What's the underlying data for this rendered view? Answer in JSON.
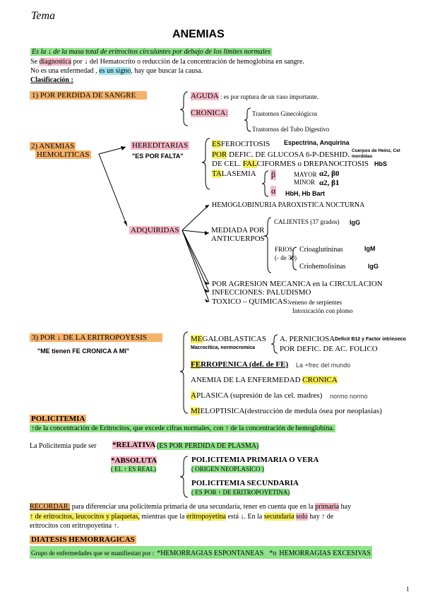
{
  "header": {
    "tema": "Tema",
    "title": "ANEMIAS"
  },
  "intro": {
    "definition": "Es la ↓ de la masa total de eritrocitos circulantes por debajo de los límites normales",
    "line2_a": "Se ",
    "line2_b": "diagnostica",
    "line2_c": " por ↓ del Hematocrito o reducción de la concentración de hemoglobina en sangre.",
    "line3_a": "No es una enfermedad , ",
    "line3_b": "es un signo",
    "line3_c": ", hay que buscar la causa.",
    "clasificacion": "Clasificación :"
  },
  "sec1": {
    "label": "1) POR PERDIDA DE SANGRE",
    "aguda": "AGUDA",
    "aguda_desc": ": es por ruptura de un vaso importante.",
    "cronica": "CRONICA:",
    "cronica_items": [
      "Trastornos Ginecológicos",
      "Trastornos del Tubo Digestivo"
    ]
  },
  "sec2": {
    "label1": "2) ANEMIAS",
    "label2": "HEMOLITICAS",
    "hereditarias": "HEREDITARIAS",
    "es_por_falta": "\"ES POR FALTA\"",
    "es": "ES",
    "esferocitosis": "FEROCITOSIS",
    "esf_note": "Espectrina, Anquirina",
    "por": "POR",
    "por_rest": " DEFIC. DE GLUCOSA 6-P-DESHID.",
    "por_note1": "Cuerpos de Heinz, Cel",
    "por_note2": "mordidas",
    "decel": "DE CEL. ",
    "fal": "FAL",
    "fal_rest": "CIFORMES  o DREPANOCITOSIS",
    "hbs": "HbS",
    "ta": "TA",
    "talasemia": "LASEMIA",
    "beta": "β",
    "alpha": "α",
    "mayor": "MAYOR",
    "mayor_g": "α2, β0",
    "minor": "MINOR",
    "minor_g": "α2, β1",
    "hbh": "HbH, Hb Bart",
    "adquiridas": "ADQUIRIDAS",
    "hpn": "HEMOGLOBINURIA PAROXISTICA NOCTURNA",
    "mediada1": "MEDIADA POR",
    "mediada2": "ANTICUERPOS",
    "calientes": "CALIENTES (37 grados)",
    "igg1": "IgG",
    "frios": "FRIOS",
    "frios_temp": "(- de 30)",
    "crioaglut": "Crioaglutininas",
    "igm": "IgM",
    "criohemol": "Criohemolisinas",
    "igg2": "IgG",
    "agresion": "POR AGRESION MECANICA en la CIRCULACION",
    "infecciones": "INFECCIONES: PALUDISMO",
    "toxico": "TOXICO – QUIMICAS:",
    "toxico_1": "veneno de serpientes",
    "toxico_2": "Intoxicación con plomo"
  },
  "sec3": {
    "label": "3) POR ↓ DE LA ERITROPOYESIS",
    "quote": "\"ME tienen FE CRONICA A MI\"",
    "me": "ME",
    "megalo": "GALOBLASTICAS",
    "megalo_sub": "Macrocítica, normocromica",
    "aperniciosa": "A. PERNICIOSA",
    "aperniciosa_note": "Deficit B12 y Factor intrinseco",
    "acfolico": "POR DEFIC. DE AC. FOLICO",
    "fe": "FE",
    "ferro": "RROPENICA (def. de FE)",
    "ferro_note": "La +frec del mundo",
    "anemia_ec": "ANEMIA DE LA ENFERMEDAD ",
    "cronica": "CRONICA",
    "a": "A",
    "aplasica": "PLASICA (supresión de las cel. madres)",
    "aplasica_note": "normo normo",
    "mi": "MI",
    "mielop": "ELOPTISICA(destrucción de medula ósea por neoplasias)"
  },
  "policitemia": {
    "title": "POLICITEMIA",
    "def": "↑de la concentración de Eritrocitos, que excede cifras normales, con ↑ de la concentración de hemoglobina.",
    "puede_ser": "La Policitemia pude ser",
    "relativa": "*RELATIVA",
    "relativa_desc": "(ES POR PERDIDA DE PLASMA)",
    "absoluta": "*ABSOLUTA",
    "absoluta_sub": "( EL ↑ ES REAL)",
    "primaria": "POLICITEMIA PRIMARIA O VERA",
    "primaria_sub": "( ORIGEN NEOPLASICO )",
    "secundaria": "POLICITEMIA SECUNDARIA",
    "secundaria_sub": "( ES POR ↑ DE ERITROPOYETINA)"
  },
  "recordar": {
    "label": "RECORDAR:",
    "l1a": " para diferenciar una policitemia primaria de una secundaria, tener en cuenta que en la ",
    "l1b": "primaria",
    "l1c": " hay",
    "l2a": "↑ de eritrocitos, leucocitos y plaquetas,",
    "l2b": " mientras que la ",
    "l2c": "eritropoyetina",
    "l2d": " está ↓. En la ",
    "l2e": "secundaria",
    "l2f": " ",
    "l2g": "solo",
    "l2h": " hay ↑ de",
    "l3": "eritrocitos con eritropoyetina ↑."
  },
  "diatesis": {
    "title": "DIATESIS HEMORRAGICAS",
    "grupo": "Grupo de enfermedades que se manifiestan por :",
    "espont": "*HEMORRAGIAS ESPONTANEAS",
    "sep": "*o",
    "excesivas": "HEMORRAGIAS EXCESIVAS"
  },
  "page_number": "1"
}
